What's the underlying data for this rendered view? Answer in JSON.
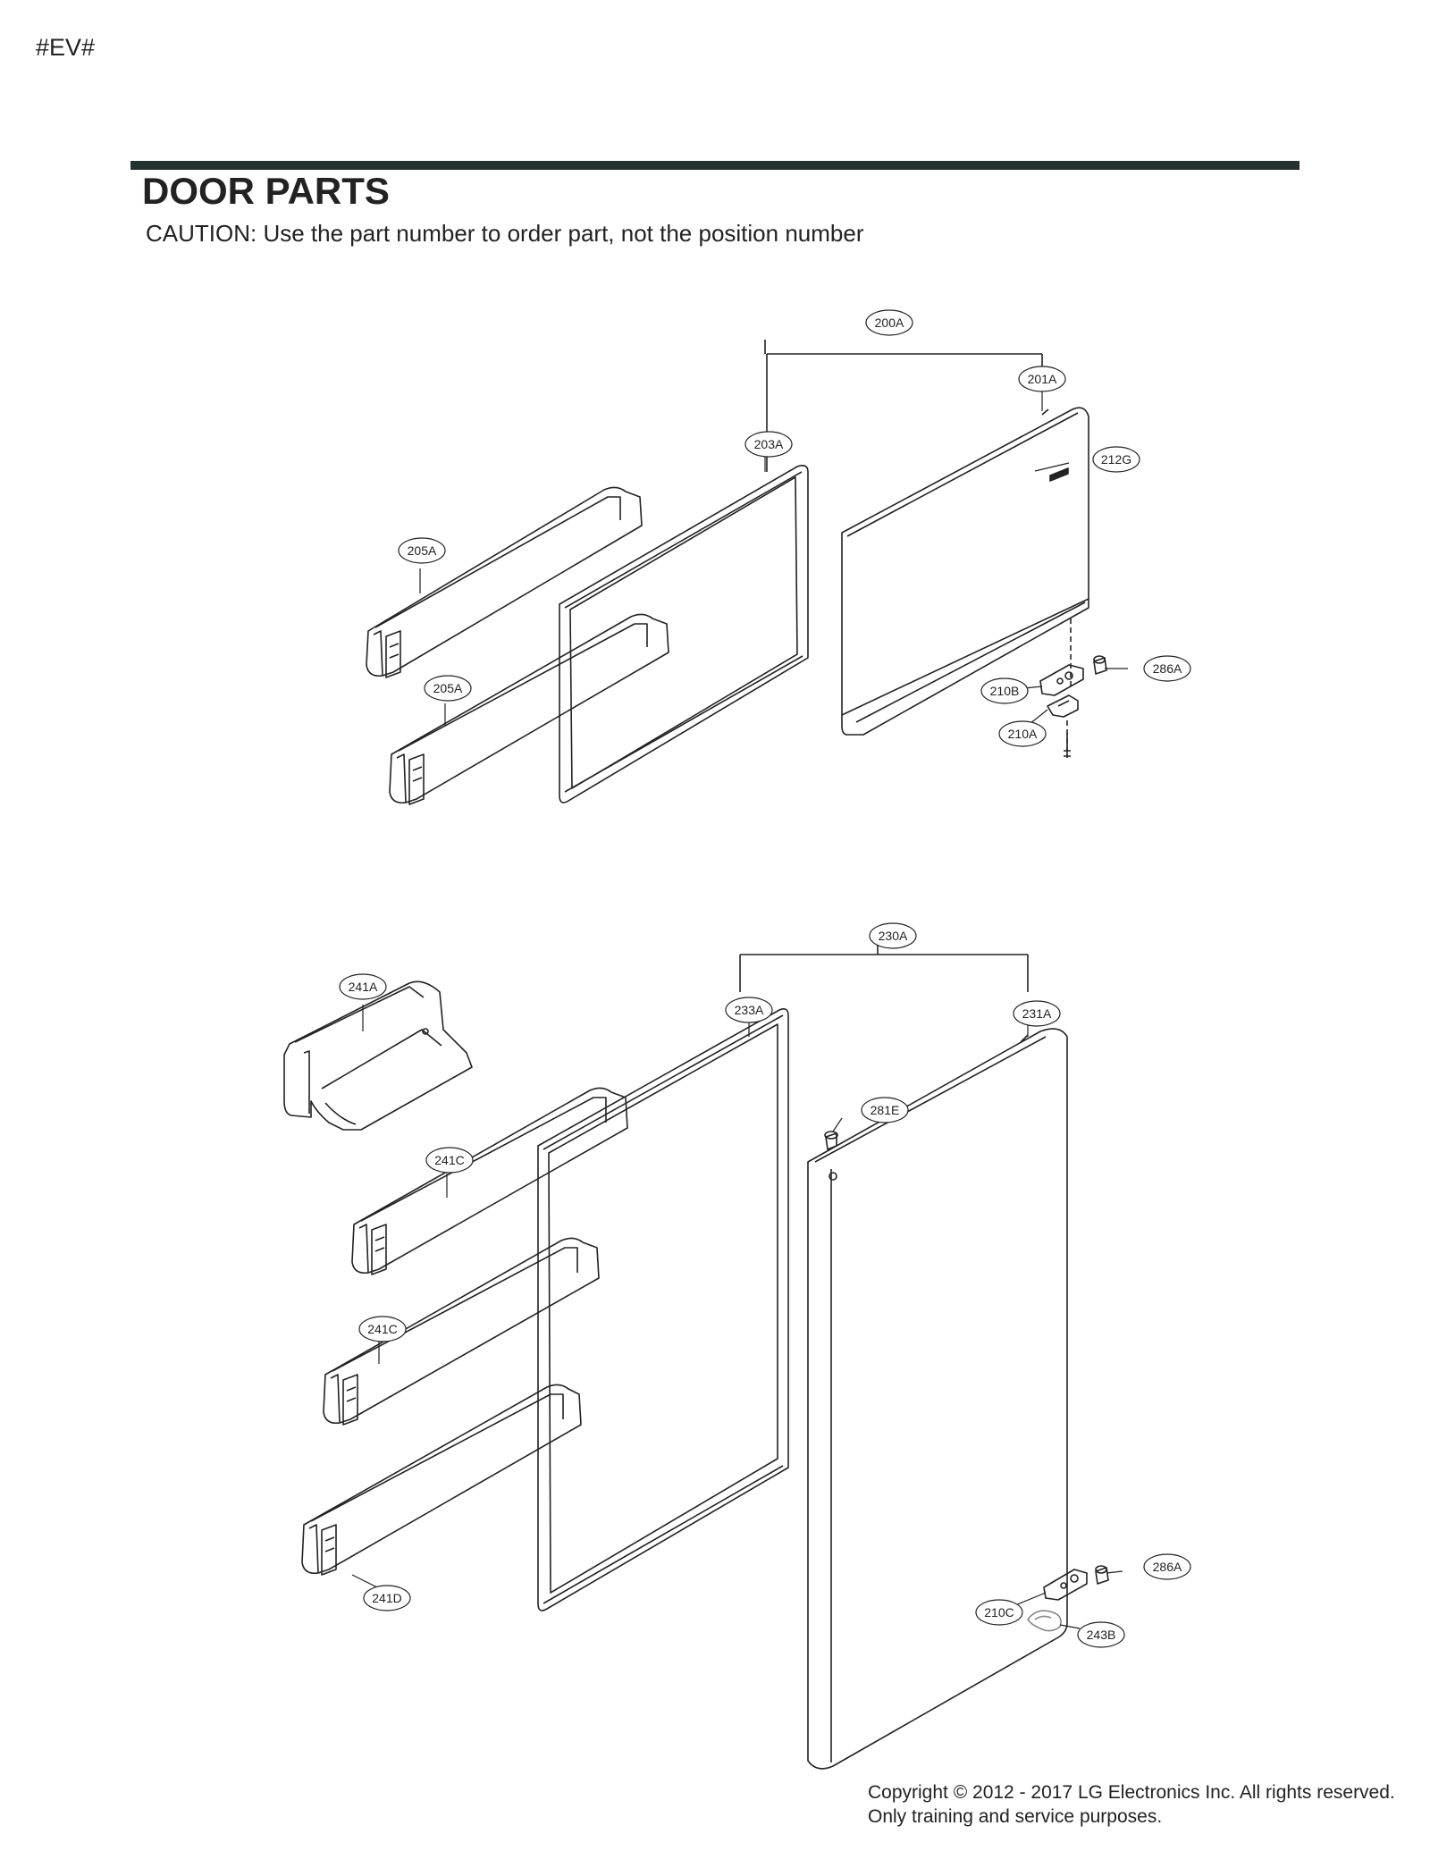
{
  "header": {
    "model_tag": "#EV#",
    "title": "DOOR PARTS",
    "caution": "CAUTION: Use the part number to order part, not the position number"
  },
  "callouts": {
    "c200A": "200A",
    "c201A": "201A",
    "c203A": "203A",
    "c212G": "212G",
    "c205A_top": "205A",
    "c205A_bottom": "205A",
    "c286A_top": "286A",
    "c210B": "210B",
    "c210A": "210A",
    "c230A": "230A",
    "c241A": "241A",
    "c233A": "233A",
    "c231A": "231A",
    "c281E": "281E",
    "c241C_upper": "241C",
    "c241C_lower": "241C",
    "c241D": "241D",
    "c286A_bottom": "286A",
    "c210C": "210C",
    "c243B": "243B"
  },
  "footer": {
    "copyright_line1": "Copyright © 2012 - 2017 LG Electronics Inc. All rights reserved.",
    "copyright_line2": "Only training and service purposes."
  }
}
